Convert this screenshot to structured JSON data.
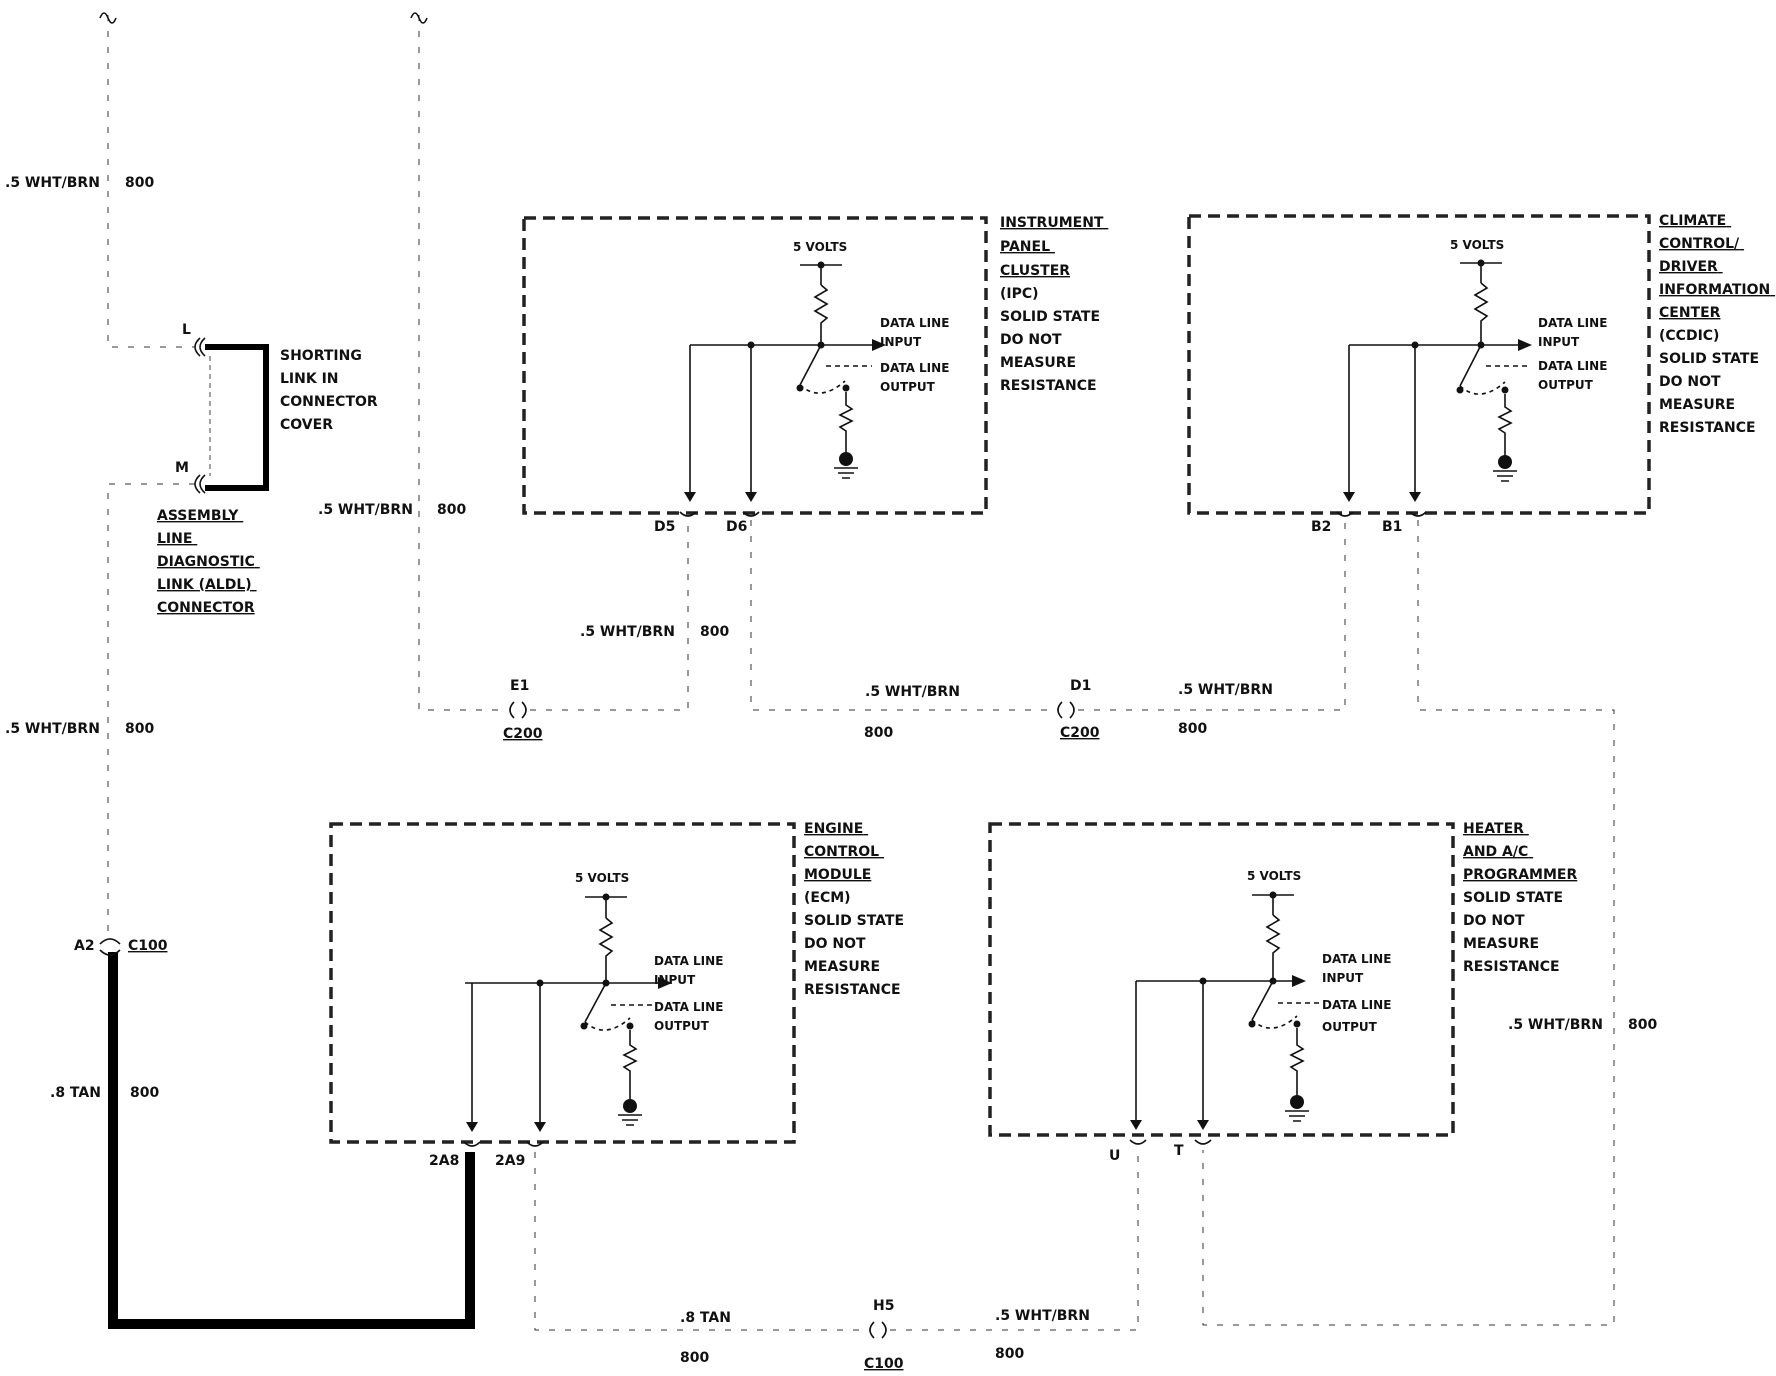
{
  "wire": {
    "wht_brn": ".5 WHT/BRN",
    "tan": ".8 TAN",
    "circuit": "800"
  },
  "aldl": {
    "pin_l": "L",
    "pin_m": "M",
    "shorting_link": [
      "SHORTING",
      "LINK IN",
      "CONNECTOR",
      "COVER"
    ],
    "title": [
      "ASSEMBLY",
      "LINE",
      "DIAGNOSTIC",
      "LINK (ALDL)",
      "CONNECTOR"
    ]
  },
  "connectors": {
    "c100": "C100",
    "c200": "C200",
    "pins": {
      "a2": "A2",
      "e1": "E1",
      "d1": "D1",
      "h5": "H5",
      "d5": "D5",
      "d6": "D6",
      "b2": "B2",
      "b1": "B1",
      "pin_2a8": "2A8",
      "pin_2a9": "2A9",
      "u": "U",
      "t": "T"
    }
  },
  "module_common": {
    "volts": "5 VOLTS",
    "input": [
      "DATA LINE",
      "INPUT"
    ],
    "output": [
      "DATA LINE",
      "OUTPUT"
    ]
  },
  "modules": {
    "ipc": {
      "name": [
        "INSTRUMENT",
        "PANEL",
        "CLUSTER"
      ],
      "note": [
        "(IPC)",
        "SOLID STATE",
        "DO NOT",
        "MEASURE",
        "RESISTANCE"
      ]
    },
    "ccdic": {
      "name": [
        "CLIMATE",
        "CONTROL/",
        "DRIVER",
        "INFORMATION",
        "CENTER"
      ],
      "note": [
        "(CCDIC)",
        "SOLID STATE",
        "DO NOT",
        "MEASURE",
        "RESISTANCE"
      ]
    },
    "ecm": {
      "name": [
        "ENGINE",
        "CONTROL",
        "MODULE"
      ],
      "note": [
        "(ECM)",
        "SOLID STATE",
        "DO NOT",
        "MEASURE",
        "RESISTANCE"
      ]
    },
    "hvac": {
      "name": [
        "HEATER",
        "AND A/C",
        "PROGRAMMER"
      ],
      "note": [
        "SOLID STATE",
        "DO NOT",
        "MEASURE",
        "RESISTANCE"
      ]
    }
  }
}
